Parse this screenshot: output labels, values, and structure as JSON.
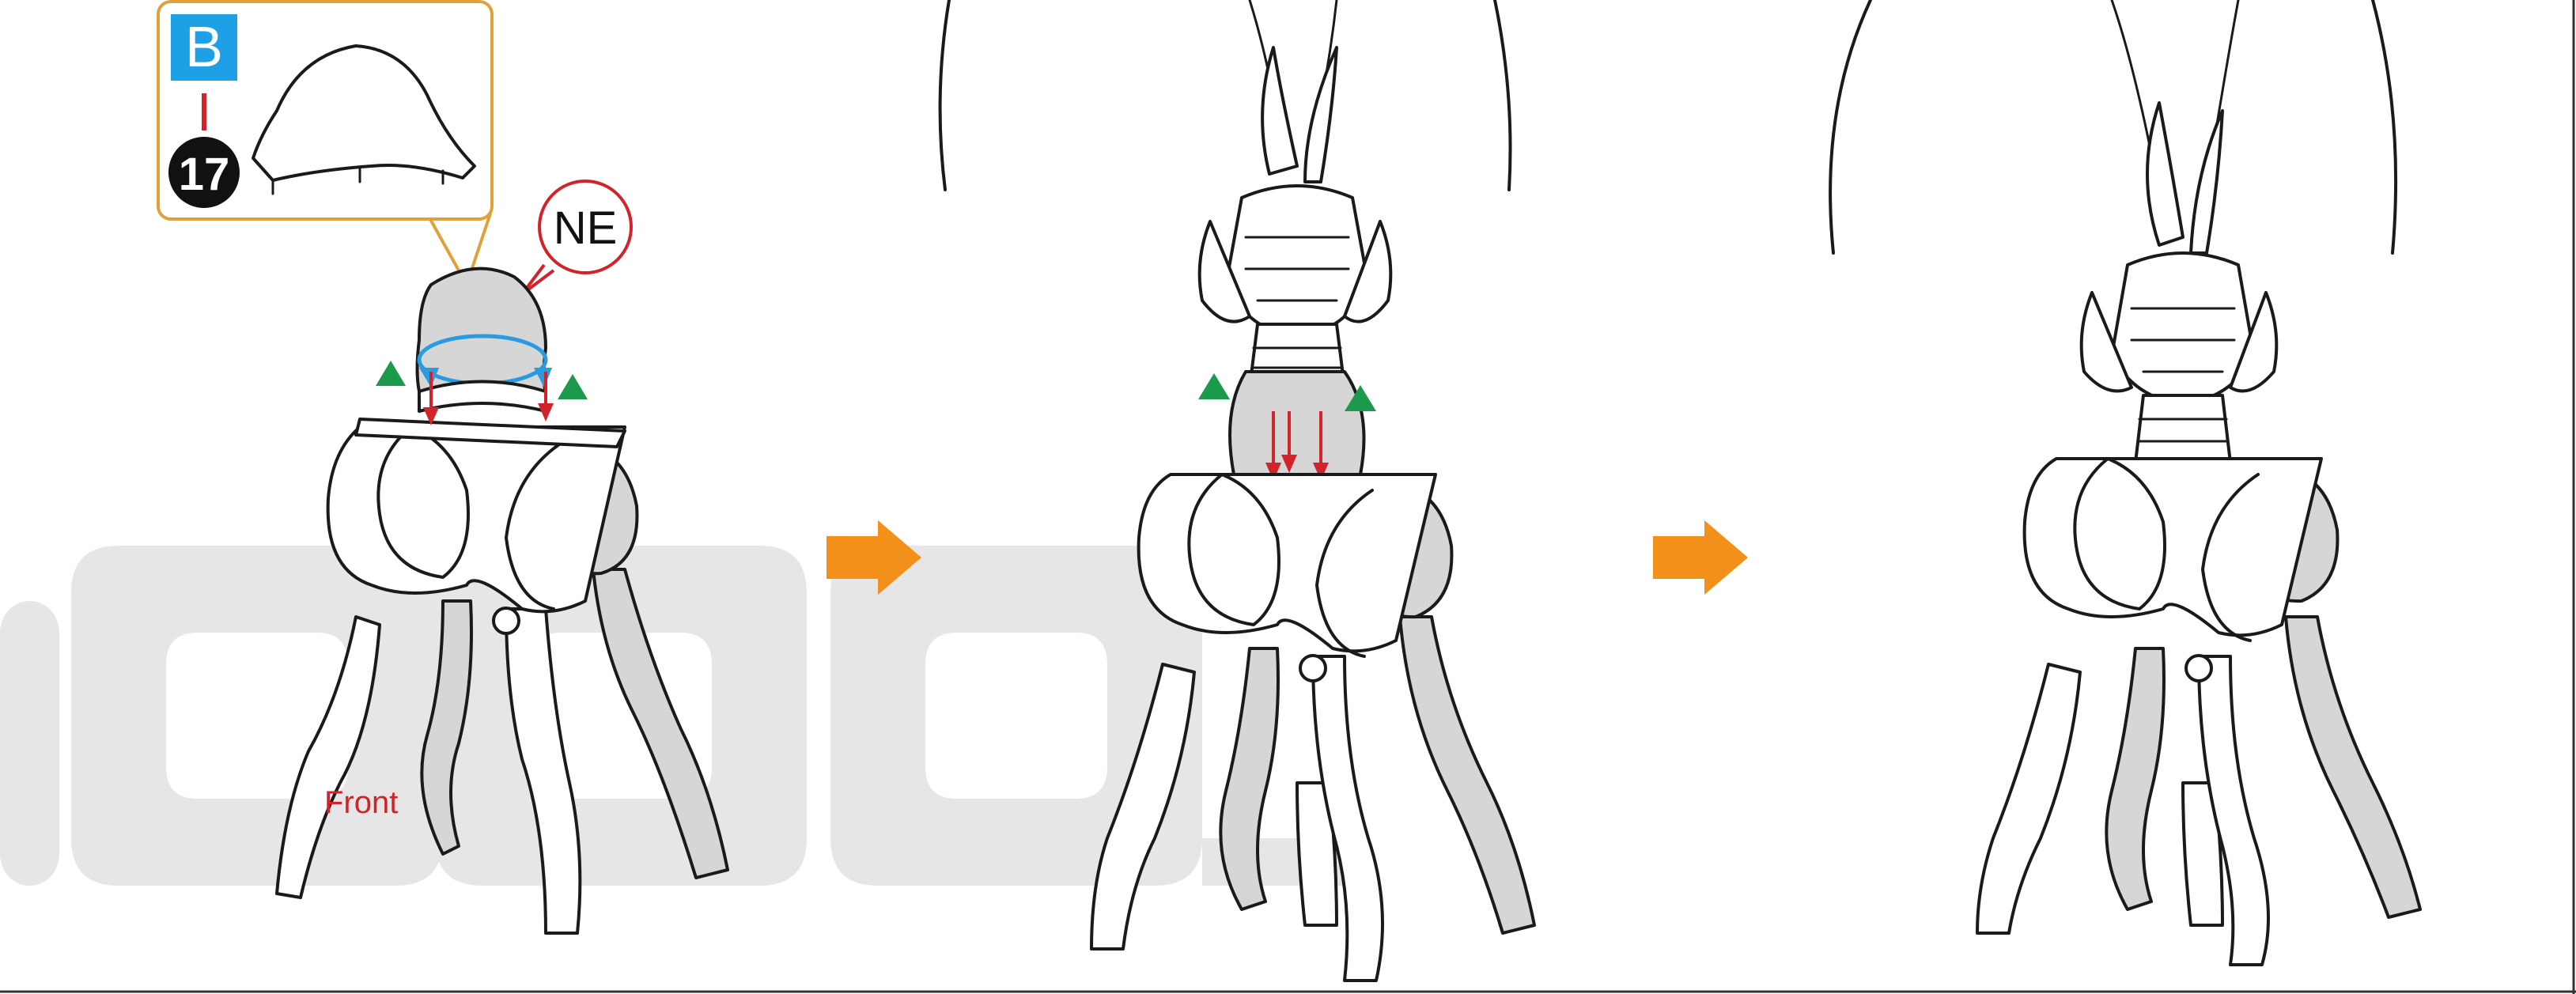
{
  "callout": {
    "section_letter": "B",
    "part_number": "17"
  },
  "labels": {
    "position_code": "NE",
    "front_label": "Front"
  },
  "colors": {
    "callout_border": "#e0a13a",
    "section_badge": "#1ea0e6",
    "arrow_orange": "#f39019",
    "marker_green": "#1a9a4a",
    "red_label": "#d3232a",
    "blue_fold": "#2b9be0",
    "watermark": "#e6e6e6"
  },
  "icons": {
    "step_arrow": "orange-right-arrow",
    "alignment_marker": "green-triangle"
  }
}
